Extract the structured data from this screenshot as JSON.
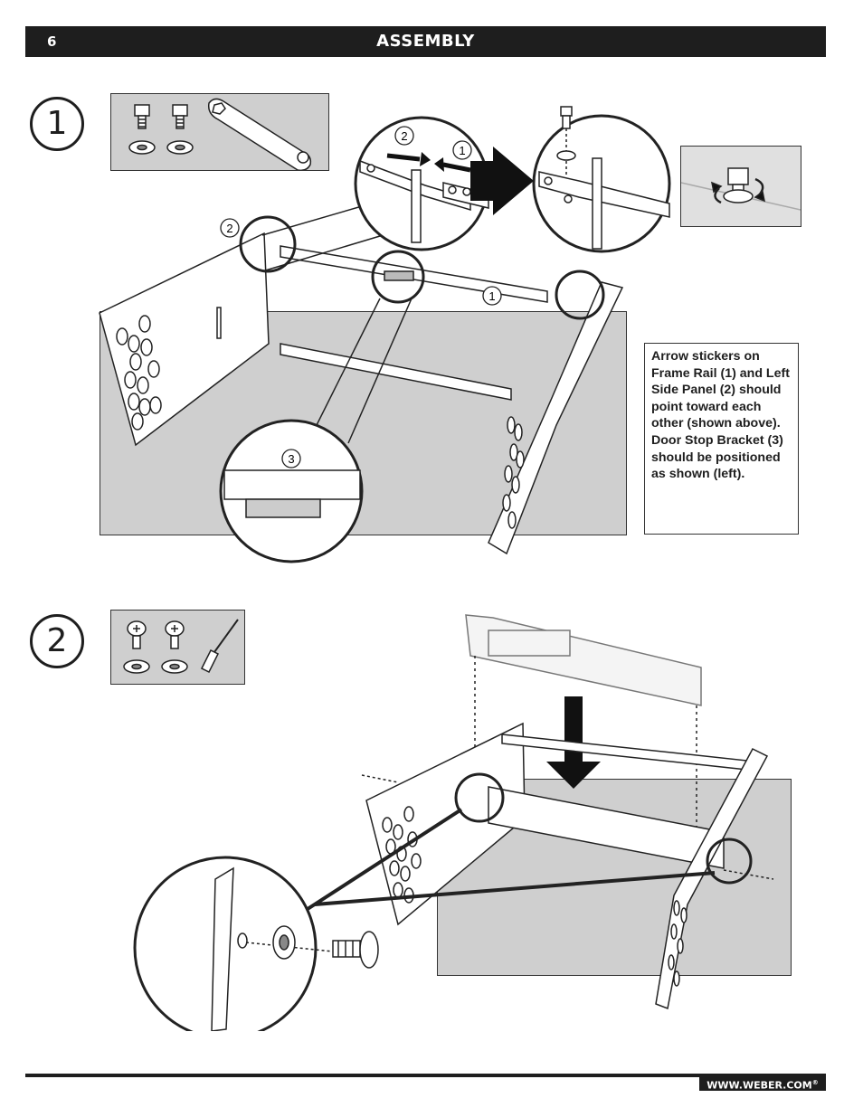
{
  "header": {
    "page_number": "6",
    "title": "ASSEMBLY"
  },
  "steps": [
    {
      "number": "1"
    },
    {
      "number": "2"
    }
  ],
  "callouts": {
    "one": "1",
    "two": "2",
    "three": "3"
  },
  "note": {
    "text": "Arrow stickers on Frame Rail (1) and Left Side Panel (2) should point toward each other (shown above). Door Stop Bracket (3) should be positioned as shown (left)."
  },
  "footer": {
    "website": "WWW.WEBER.COM",
    "registered": "®"
  },
  "colors": {
    "header_bg": "#1e1e1e",
    "panel_gray": "#cfcfcf"
  }
}
